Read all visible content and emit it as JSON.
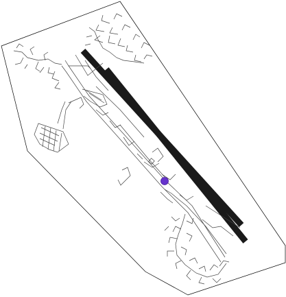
{
  "map": {
    "type": "airport-diagram",
    "colors": {
      "background": "#ffffff",
      "outline": "#000000",
      "runway": "#1a1a1a",
      "taxiway": "#444444",
      "aircraft_marker": "#6633cc"
    },
    "runways": [
      {
        "name": "runway-west-parallel"
      },
      {
        "name": "runway-east-parallel"
      }
    ],
    "marker": {
      "name": "aircraft-position-marker",
      "color": "#6633cc"
    }
  }
}
